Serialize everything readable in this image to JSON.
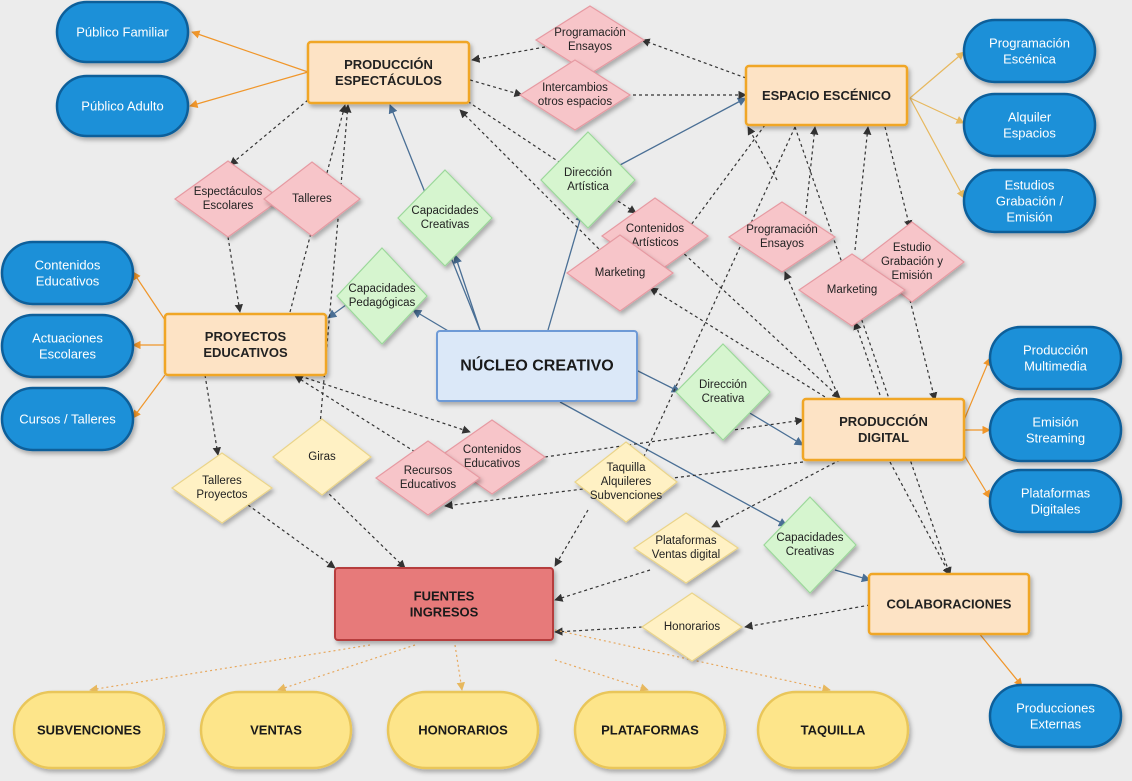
{
  "colors": {
    "orange_box_fill": "#fde3c5",
    "orange_box_stroke": "#f0a626",
    "blue_fill": "#1e90d8",
    "blue_stroke": "#0e5f9a",
    "pink_fill": "#f7c5c9",
    "pink_stroke": "#e69aa2",
    "green_fill": "#d6f5cf",
    "green_stroke": "#9bd89a",
    "yellow_fill": "#fff1c4",
    "yellow_stroke": "#ead48a",
    "nucleo_fill": "#dbe8f8",
    "nucleo_stroke": "#6e9ad6",
    "fuentes_fill": "#e77a7a",
    "fuentes_stroke": "#b63d3d",
    "pill_fill": "#fde58a",
    "pill_stroke": "#e9c65a"
  },
  "nodes": {
    "produccion_espectaculos": [
      "PRODUCCIÓN",
      "ESPECTÁCULOS"
    ],
    "espacio_escenico": [
      "ESPACIO ESCÉNICO"
    ],
    "proyectos_educativos": [
      "PROYECTOS",
      "EDUCATIVOS"
    ],
    "produccion_digital": [
      "PRODUCCIÓN",
      "DIGITAL"
    ],
    "colaboraciones": [
      "COLABORACIONES"
    ],
    "nucleo_creativo": [
      "NÚCLEO CREATIVO"
    ],
    "fuentes_ingresos": [
      "FUENTES",
      "INGRESOS"
    ]
  },
  "blue_pills": {
    "publico_familiar": [
      "Público Familiar"
    ],
    "publico_adulto": [
      "Público Adulto"
    ],
    "programacion_escenica": [
      "Programación",
      "Escénica"
    ],
    "alquiler_espacios": [
      "Alquiler",
      "Espacios"
    ],
    "estudios_grabacion": [
      "Estudios",
      "Grabación /",
      "Emisión"
    ],
    "contenidos_educativos": [
      "Contenidos",
      "Educativos"
    ],
    "actuaciones_escolares": [
      "Actuaciones",
      "Escolares"
    ],
    "cursos_talleres": [
      "Cursos / Talleres"
    ],
    "produccion_multimedia": [
      "Producción",
      "Multimedia"
    ],
    "emision_streaming": [
      "Emisión",
      "Streaming"
    ],
    "plataformas_digitales": [
      "Plataformas",
      "Digitales"
    ],
    "producciones_externas": [
      "Producciones",
      "Externas"
    ]
  },
  "diamonds": {
    "programacion_ensayos_top": [
      "Programación",
      "Ensayos"
    ],
    "intercambios": [
      "Intercambios",
      "otros espacios"
    ],
    "espectaculos_escolares": [
      "Espectáculos",
      "Escolares"
    ],
    "talleres": [
      "Talleres"
    ],
    "capacidades_creativas_top": [
      "Capacidades",
      "Creativas"
    ],
    "direccion_artistica": [
      "Dirección",
      "Artística"
    ],
    "contenidos_artisticos": [
      "Contenidos",
      "Artísticos"
    ],
    "marketing_left": [
      "Marketing"
    ],
    "programacion_ensayos_mid": [
      "Programación",
      "Ensayos"
    ],
    "estudio_grabacion": [
      "Estudio",
      "Grabación y",
      "Emisión"
    ],
    "marketing_right": [
      "Marketing"
    ],
    "capacidades_pedagogicas": [
      "Capacidades",
      "Pedagógicas"
    ],
    "direccion_creativa": [
      "Dirección",
      "Creativa"
    ],
    "giras": [
      "Giras"
    ],
    "contenidos_educativos_d": [
      "Contenidos",
      "Educativos"
    ],
    "recursos_educativos": [
      "Recursos",
      "Educativos"
    ],
    "taquilla_alquileres": [
      "Taquilla",
      "Alquileres",
      "Subvenciones"
    ],
    "talleres_proyectos": [
      "Talleres",
      "Proyectos"
    ],
    "plataformas_ventas": [
      "Plataformas",
      "Ventas digital"
    ],
    "capacidades_creativas_bottom": [
      "Capacidades",
      "Creativas"
    ],
    "honorarios_d": [
      "Honorarios"
    ]
  },
  "yellow_pills": {
    "subvenciones": [
      "SUBVENCIONES"
    ],
    "ventas": [
      "VENTAS"
    ],
    "honorarios": [
      "HONORARIOS"
    ],
    "plataformas": [
      "PLATAFORMAS"
    ],
    "taquilla": [
      "TAQUILLA"
    ]
  }
}
